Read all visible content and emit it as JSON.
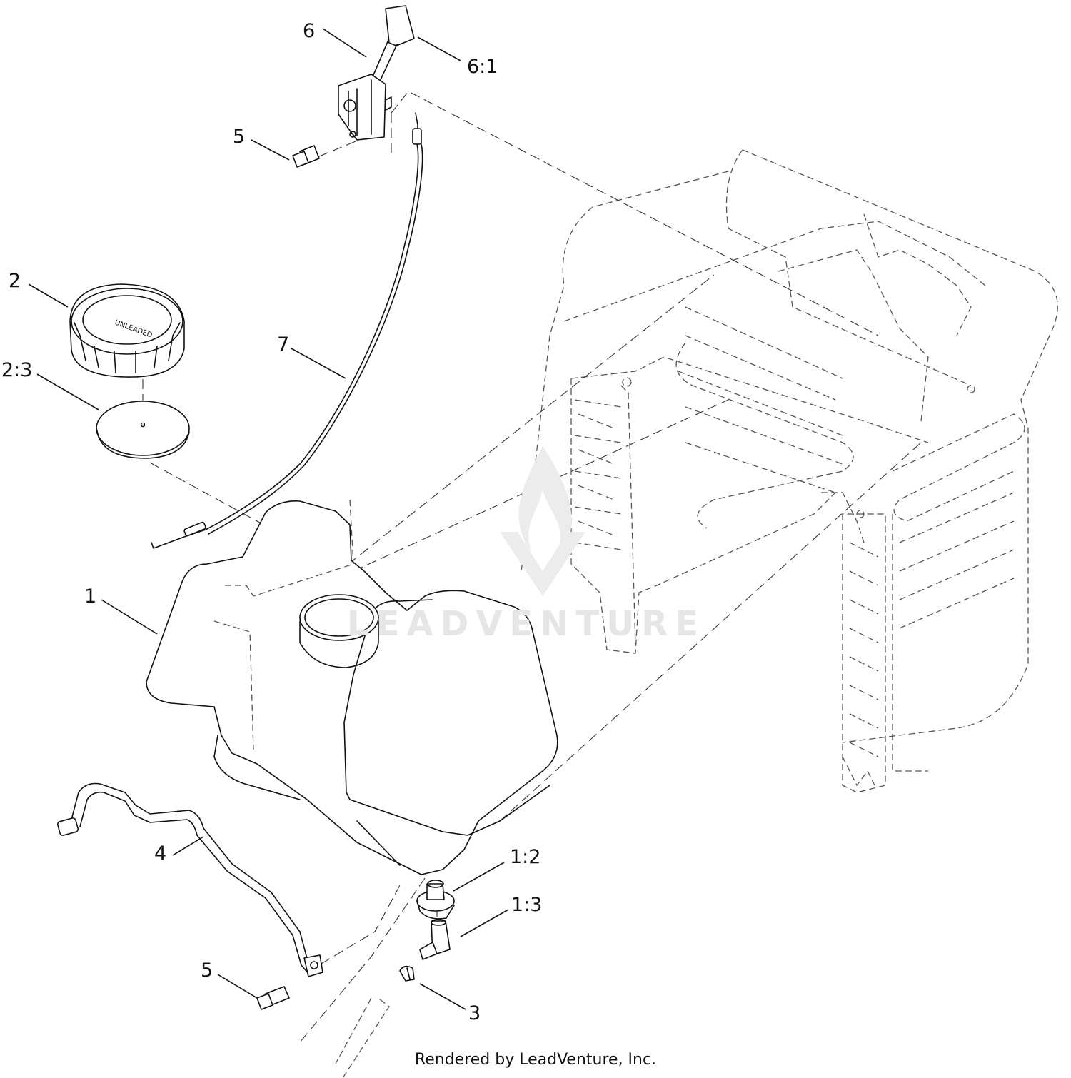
{
  "callouts": [
    {
      "id": "c6",
      "label": "6",
      "part": "fuel-gauge-sender"
    },
    {
      "id": "c61",
      "label": "6:1",
      "part": "sender-knob"
    },
    {
      "id": "c5top",
      "label": "5",
      "part": "bolt-upper"
    },
    {
      "id": "c2",
      "label": "2",
      "part": "fuel-cap"
    },
    {
      "id": "c23",
      "label": "2:3",
      "part": "cap-gasket"
    },
    {
      "id": "c7",
      "label": "7",
      "part": "fuel-cable"
    },
    {
      "id": "c1",
      "label": "1",
      "part": "fuel-tank"
    },
    {
      "id": "c4",
      "label": "4",
      "part": "tank-strap"
    },
    {
      "id": "c12",
      "label": "1:2",
      "part": "grommet"
    },
    {
      "id": "c13",
      "label": "1:3",
      "part": "elbow-fitting"
    },
    {
      "id": "c5bot",
      "label": "5",
      "part": "bolt-lower"
    },
    {
      "id": "c3",
      "label": "3",
      "part": "hose-clamp"
    }
  ],
  "cap_text": "UNLEADED",
  "watermark": "LEADVENTURE",
  "footer": "Rendered by LeadVenture, Inc.",
  "colors": {
    "line": "#111111",
    "watermark": "#e6e6e6",
    "background": "#ffffff"
  }
}
